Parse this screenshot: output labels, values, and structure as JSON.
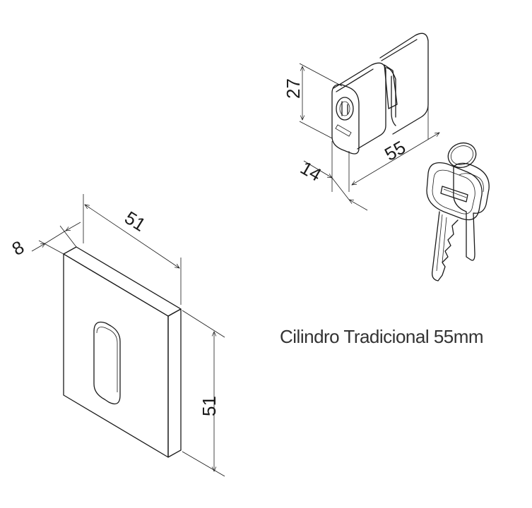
{
  "caption": "Cilindro Tradicional 55mm",
  "rosette": {
    "dim_thickness": "8",
    "dim_width": "51",
    "dim_height": "51"
  },
  "cylinder": {
    "dim_height": "27",
    "dim_length": "55",
    "dim_depth": "14"
  },
  "colors": {
    "line": "#1a1a1a",
    "background": "#ffffff"
  }
}
